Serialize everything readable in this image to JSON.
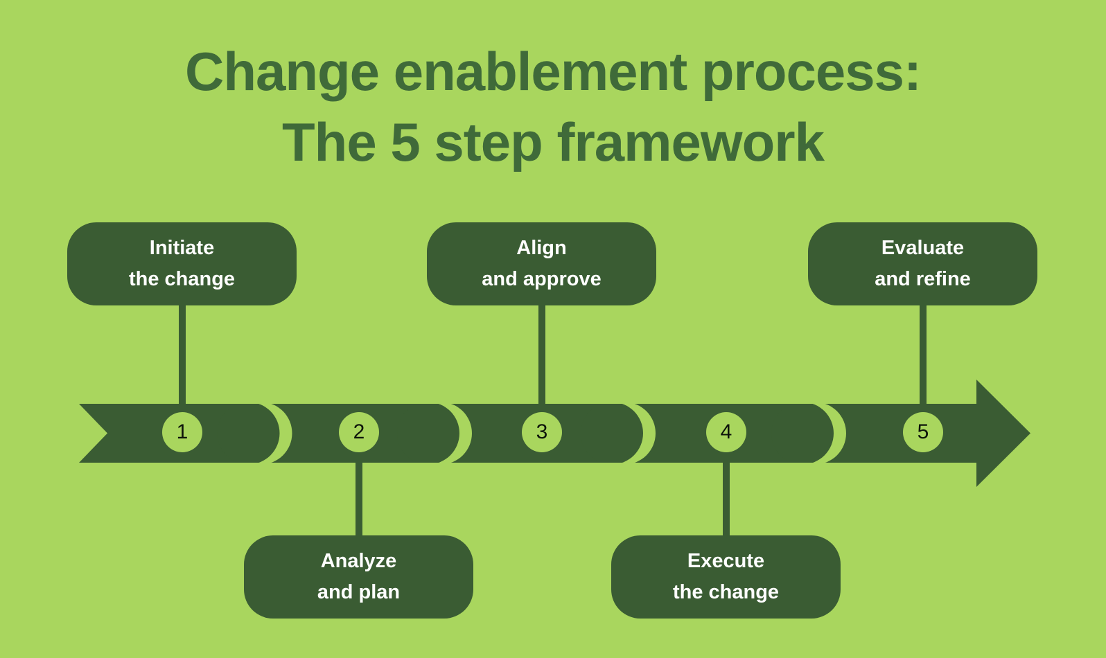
{
  "title": {
    "line1": "Change enablement process:",
    "line2": "The 5 step framework"
  },
  "steps": [
    {
      "number": "1",
      "label_lines": [
        "Initiate",
        "the change"
      ],
      "label_position": "above"
    },
    {
      "number": "2",
      "label_lines": [
        "Analyze",
        "and plan"
      ],
      "label_position": "below"
    },
    {
      "number": "3",
      "label_lines": [
        "Align",
        "and approve"
      ],
      "label_position": "above"
    },
    {
      "number": "4",
      "label_lines": [
        "Execute",
        "the change"
      ],
      "label_position": "below"
    },
    {
      "number": "5",
      "label_lines": [
        "Evaluate",
        "and refine"
      ],
      "label_position": "above"
    }
  ],
  "colors": {
    "background": "#a9d65e",
    "dark_green": "#3a5c33",
    "title_text": "#3f6a39",
    "label_text": "#ffffff",
    "number_text": "#0d140a"
  }
}
